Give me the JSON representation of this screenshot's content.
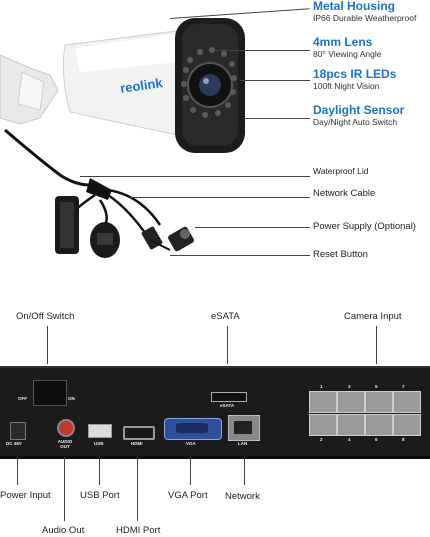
{
  "camera": {
    "brand": "reolink",
    "features": [
      {
        "title": "Metal Housing",
        "sub": "IP66 Durable Weatherproof"
      },
      {
        "title": "4mm Lens",
        "sub": "80° Viewing Angle"
      },
      {
        "title": "18pcs IR LEDs",
        "sub": "100ft Night Vision"
      },
      {
        "title": "Daylight Sensor",
        "sub": "Day/Night Auto Switch"
      }
    ],
    "cable_labels": [
      "Waterproof Lid",
      "Network Cable",
      "Power Supply (Optional)",
      "Reset Button"
    ]
  },
  "nvr": {
    "top_labels": {
      "switch": "On/Off Switch",
      "esata": "eSATA",
      "camera_input": "Camera Input"
    },
    "bottom_labels": {
      "power": "Power Input",
      "audio": "Audio Out",
      "usb": "USB Port",
      "hdmi": "HDMI Port",
      "vga": "VGA Port",
      "network": "Network"
    },
    "panel": {
      "off": "OFF",
      "on": "ON",
      "dc": "DC 48V",
      "audio": "AUDIO OUT",
      "usb": "USB",
      "hdmi": "HDMI",
      "vga": "VGA",
      "lan": "LAN",
      "esata": "eSATA",
      "port_numbers_top": [
        "1",
        "3",
        "5",
        "7"
      ],
      "port_numbers_bottom": [
        "2",
        "4",
        "6",
        "8"
      ]
    }
  },
  "colors": {
    "accent": "#1a73c9",
    "panel": "#1b1b1b"
  }
}
